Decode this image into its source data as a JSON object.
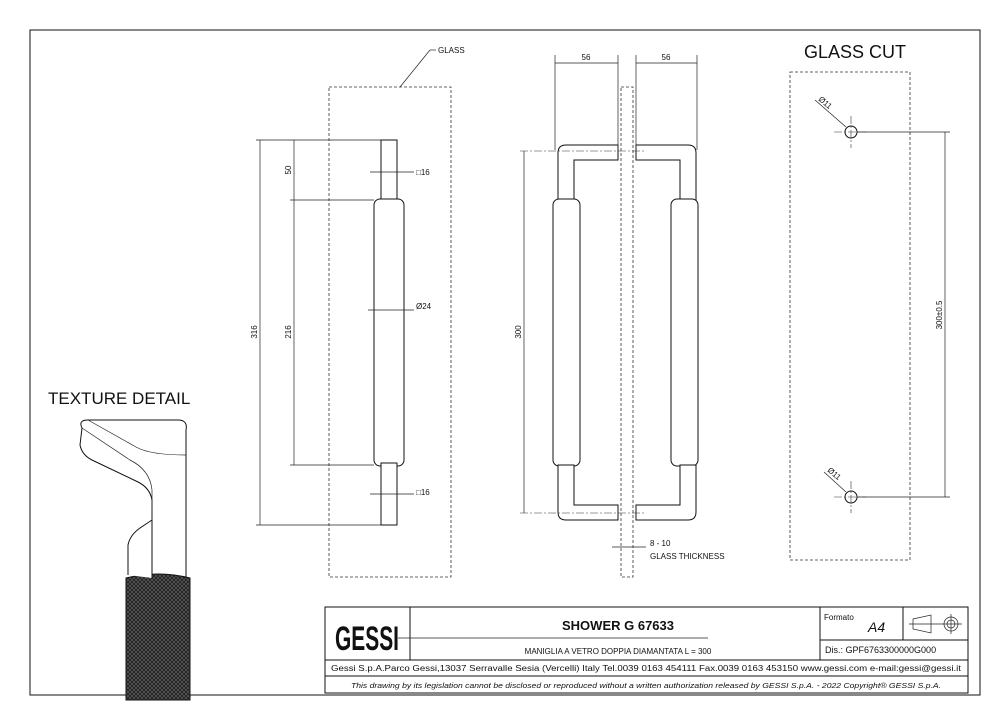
{
  "side_view": {
    "glass_label": "GLASS",
    "dim_total": "316",
    "dim_top": "50",
    "dim_grip": "216",
    "square_top": "□16",
    "diameter": "Ø24",
    "square_bottom": "□16"
  },
  "front_view": {
    "dim_left": "56",
    "dim_right": "56",
    "dim_height": "300",
    "glass_thickness_value": "8 - 10",
    "glass_thickness_label": "GLASS THICKNESS"
  },
  "glass_cut": {
    "title": "GLASS CUT",
    "hole_top": "Ø11",
    "hole_bottom": "Ø11",
    "spacing": "300±0.5"
  },
  "texture": {
    "title": "TEXTURE DETAIL"
  },
  "title_block": {
    "logo": "GESSI",
    "title": "SHOWER G 67633",
    "subtitle": "MANIGLIA A VETRO DOPPIA DIAMANTATA L = 300",
    "format_label": "Formato",
    "format_value": "A4",
    "drawing_number": "Dis.: GPF6763300000G000",
    "address": "Gessi S.p.A.Parco Gessi,13037 Serravalle Sesia (Vercelli) Italy Tel.0039 0163 454111 Fax.0039 0163 453150 www.gessi.com e-mail:gessi@gessi.it",
    "copyright": "This drawing by its legislation cannot be disclosed or reproduced without a written authorization released by GESSI S.p.A. - 2022 Copyright® GESSI S.p.A."
  }
}
